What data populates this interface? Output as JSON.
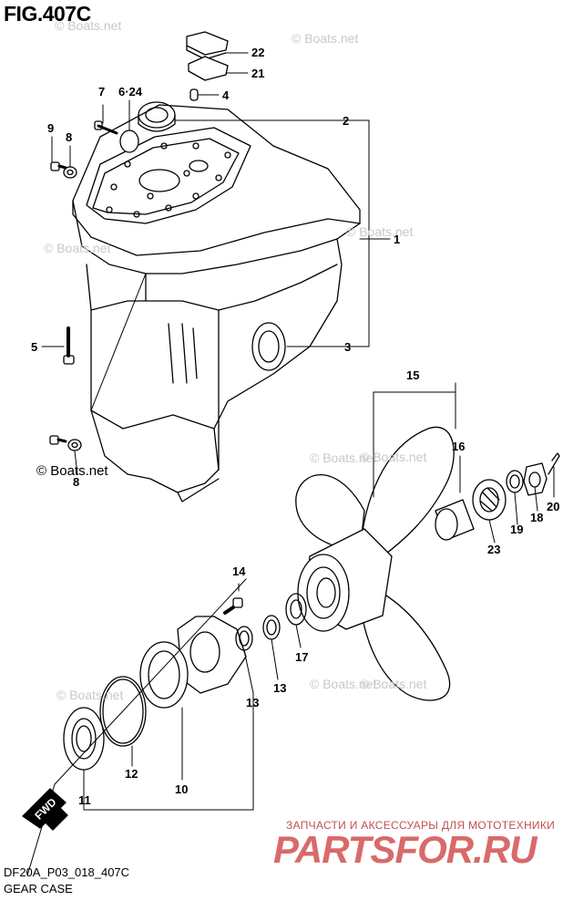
{
  "header": {
    "figure": "FIG.407C"
  },
  "footer": {
    "code": "DF20A_P03_018_407C",
    "caption": "GEAR CASE"
  },
  "watermark": {
    "text": "© Boats.net"
  },
  "promo": {
    "subtitle": "ЗАПЧАСТИ И АКСЕССУАРЫ ДЛЯ МОТОТЕХНИКИ",
    "logo": "PARTSFOR.RU"
  },
  "fwd_label": "FWD",
  "callouts": {
    "c1": "1",
    "c2": "2",
    "c3": "3",
    "c4": "4",
    "c5": "5",
    "c6": "6·24",
    "c7": "7",
    "c8a": "8",
    "c8b": "8",
    "c9": "9",
    "c10": "10",
    "c11": "11",
    "c12": "12",
    "c13a": "13",
    "c13b": "13",
    "c14": "14",
    "c15": "15",
    "c16": "16",
    "c17": "17",
    "c18": "18",
    "c19": "19",
    "c20": "20",
    "c21": "21",
    "c22": "22",
    "c23": "23"
  },
  "colors": {
    "line": "#000000",
    "watermark": "#c8c8c8",
    "promo": "#d86a6a"
  }
}
